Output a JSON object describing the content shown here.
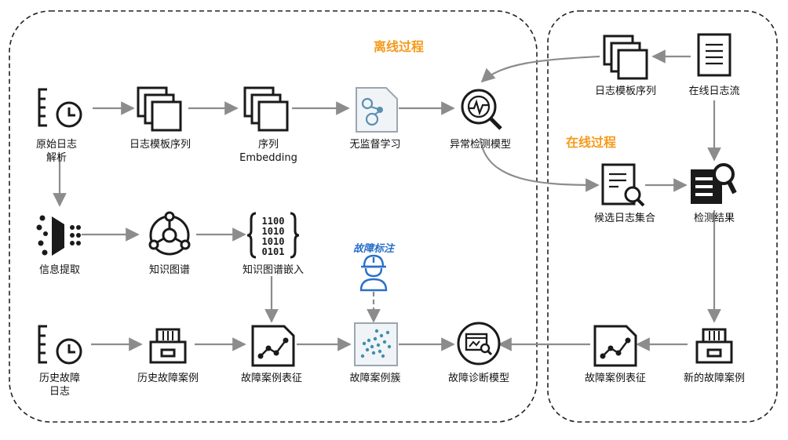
{
  "regions": {
    "offline_title": "离线过程",
    "online_title": "在线过程"
  },
  "nodes": {
    "raw_log": "原始日志\n解析",
    "log_template_seq": "日志模板序列",
    "sequence_embedding": "序列\nEmbedding",
    "unsupervised_learning": "无监督学习",
    "anomaly_model": "异常检测模型",
    "online_template_seq": "日志模板序列",
    "online_log_stream": "在线日志流",
    "info_extract": "信息提取",
    "knowledge_graph": "知识图谱",
    "kg_embedding": "知识图谱嵌入",
    "candidate_logs": "候选日志集合",
    "detect_result": "检测结果",
    "fault_label": "故障标注",
    "hist_fault_log": "历史故障\n日志",
    "hist_fault_case": "历史故障案例",
    "fault_case_repr": "故障案例表征",
    "fault_case_cluster": "故障案例簇",
    "fault_diag_model": "故障诊断模型",
    "online_case_repr": "故障案例表征",
    "new_fault_case": "新的故障案例"
  },
  "colors": {
    "arrow": "#8c8c8c",
    "icon": "#1a1a1a",
    "title": "#f59a1b",
    "annotation": "#2a6fc9",
    "learn_icon": "#5b8fb3"
  }
}
